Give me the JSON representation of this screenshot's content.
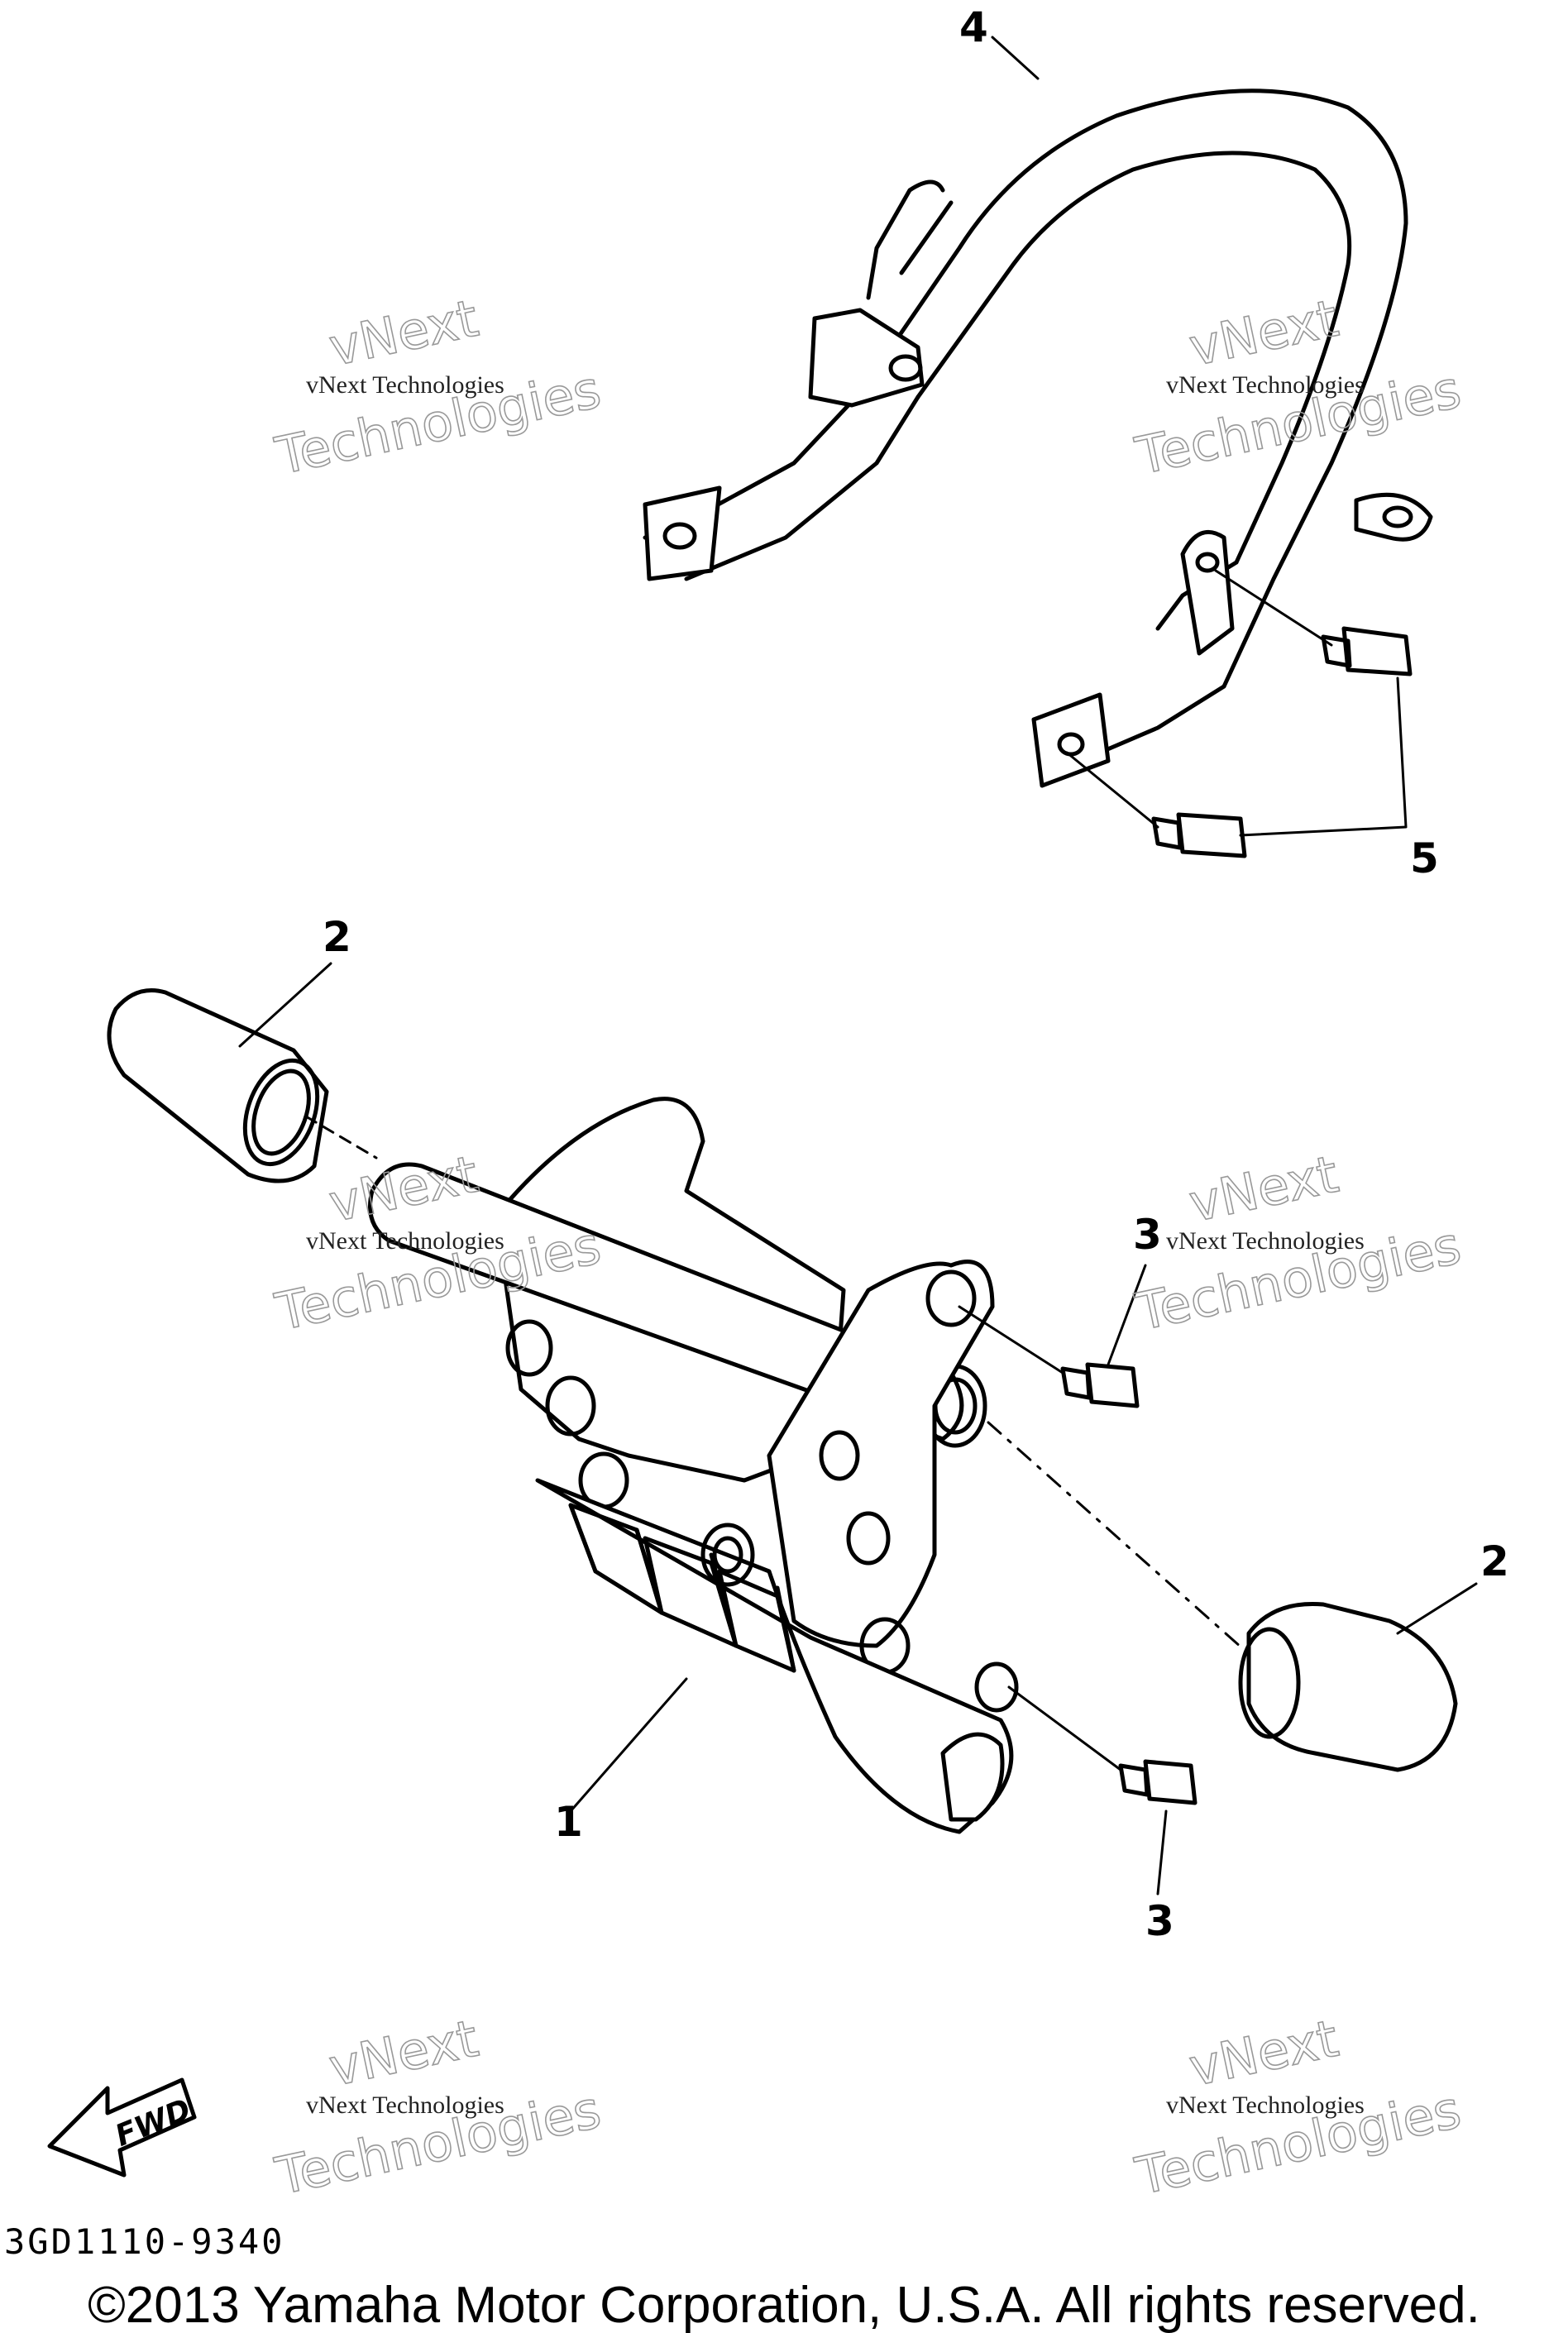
{
  "callouts": {
    "part_1": "1",
    "part_2_upper": "2",
    "part_2_lower": "2",
    "part_3_upper": "3",
    "part_3_lower": "3",
    "part_4": "4",
    "part_5": "5"
  },
  "watermarks": [
    {
      "line1": "vNext Technologies",
      "line2": "vNext",
      "line3": "Technologies"
    },
    {
      "line1": "vNext Technologies",
      "line2": "vNext",
      "line3": "Technologies"
    },
    {
      "line1": "vNext Technologies",
      "line2": "vNext",
      "line3": "Technologies"
    },
    {
      "line1": "vNext Technologies",
      "line2": "vNext",
      "line3": "Technologies"
    },
    {
      "line1": "vNext Technologies",
      "line2": "vNext",
      "line3": "Technologies"
    },
    {
      "line1": "vNext Technologies",
      "line2": "vNext",
      "line3": "Technologies"
    }
  ],
  "direction_label": "FWD",
  "diagram_code": "3GD1110-9340",
  "copyright": "©2013 Yamaha Motor Corporation, U.S.A. All rights reserved."
}
